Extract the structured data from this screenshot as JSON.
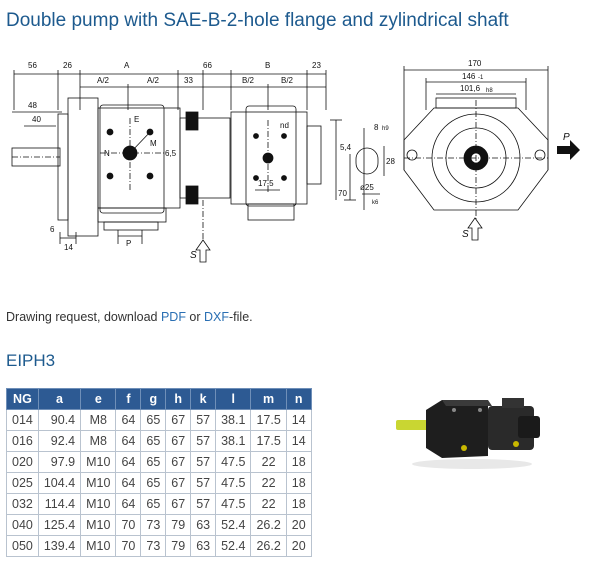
{
  "title": "Double pump with SAE-B-2-hole flange and zylindrical shaft",
  "drawing": {
    "dims": {
      "d56": "56",
      "d26": "26",
      "A": "A",
      "A2a": "A/2",
      "A2b": "A/2",
      "d33": "33",
      "d66": "66",
      "B": "B",
      "B2a": "B/2",
      "B2b": "B/2",
      "d23": "23",
      "d48": "48",
      "d40": "40",
      "d6": "6",
      "d14": "14",
      "P": "P",
      "E": "E",
      "N": "N",
      "M": "M",
      "d65": "6,5",
      "nd": "nd",
      "d175": "17,5",
      "d54": "5,4",
      "d70": "70",
      "d8": "8",
      "h9": "h9",
      "d28": "28",
      "d25": "ø25",
      "k6": "k6",
      "d170": "170",
      "d146": "146",
      "m1": "-1",
      "d1016": "101,6",
      "h8": "h8",
      "S": "S",
      "Pside": "P"
    }
  },
  "request": {
    "prefix": "Drawing request, download ",
    "pdf": "PDF",
    "or": " or ",
    "dxf": "DXF",
    "suffix": "-file."
  },
  "section": "EIPH3",
  "table": {
    "headers": [
      "NG",
      "a",
      "e",
      "f",
      "g",
      "h",
      "k",
      "l",
      "m",
      "n"
    ],
    "rows": [
      [
        "014",
        "90.4",
        "M8",
        "64",
        "65",
        "67",
        "57",
        "38.1",
        "17.5",
        "14"
      ],
      [
        "016",
        "92.4",
        "M8",
        "64",
        "65",
        "67",
        "57",
        "38.1",
        "17.5",
        "14"
      ],
      [
        "020",
        "97.9",
        "M10",
        "64",
        "65",
        "67",
        "57",
        "47.5",
        "22",
        "18"
      ],
      [
        "025",
        "104.4",
        "M10",
        "64",
        "65",
        "67",
        "57",
        "47.5",
        "22",
        "18"
      ],
      [
        "032",
        "114.4",
        "M10",
        "64",
        "65",
        "67",
        "57",
        "47.5",
        "22",
        "18"
      ],
      [
        "040",
        "125.4",
        "M10",
        "70",
        "73",
        "79",
        "63",
        "52.4",
        "26.2",
        "20"
      ],
      [
        "050",
        "139.4",
        "M10",
        "70",
        "73",
        "79",
        "63",
        "52.4",
        "26.2",
        "20"
      ]
    ]
  }
}
